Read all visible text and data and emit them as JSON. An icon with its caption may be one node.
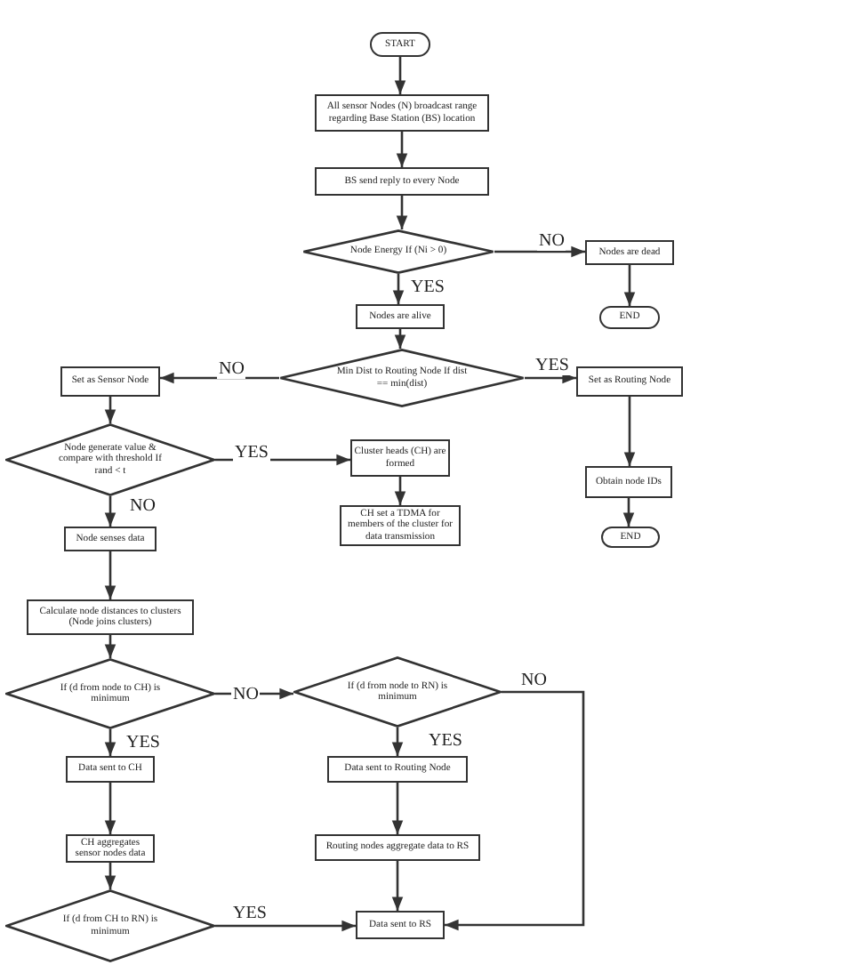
{
  "diagram": {
    "nodes": [
      {
        "text": [
          "START"
        ]
      },
      {
        "text": [
          "All sensor Nodes (N) broadcast range regarding Base Station (BS) location"
        ]
      },
      {
        "text": [
          "BS send reply to every Node"
        ]
      },
      {
        "text": [
          "Node Energy If (Ni > 0)"
        ]
      },
      {
        "text": [
          "Nodes are dead"
        ]
      },
      {
        "text": [
          "END"
        ]
      },
      {
        "text": [
          "Nodes are alive"
        ]
      },
      {
        "text": [
          "Min Dist to Routing Node If dist == min(dist)"
        ]
      },
      {
        "text": [
          "Set as Sensor Node"
        ]
      },
      {
        "text": [
          "Set as Routing Node"
        ]
      },
      {
        "text": [
          "Node generate value & compare with threshold If rand < t"
        ]
      },
      {
        "text": [
          "Cluster heads (CH) are formed"
        ]
      },
      {
        "text": [
          "CH set a TDMA for members of the cluster for data transmission"
        ]
      },
      {
        "text": [
          "Obtain node IDs"
        ]
      },
      {
        "text": [
          "END"
        ]
      },
      {
        "text": [
          "Node senses data"
        ]
      },
      {
        "text": [
          "Calculate node distances to clusters (Node joins clusters)"
        ]
      },
      {
        "text": [
          "If (d from node to CH) is minimum"
        ]
      },
      {
        "text": [
          "If (d from node to RN) is minimum"
        ]
      },
      {
        "text": [
          "Data sent to CH"
        ]
      },
      {
        "text": [
          "Data sent to Routing Node"
        ]
      },
      {
        "text": [
          "CH aggregates sensor nodes data"
        ]
      },
      {
        "text": [
          "Routing nodes aggregate data to RS"
        ]
      },
      {
        "text": [
          "If (d from CH to RN) is minimum"
        ]
      },
      {
        "text": [
          "Data sent to RS"
        ]
      }
    ],
    "edges": [
      {
        "from": 0,
        "to": 1,
        "arrow": "to"
      },
      {
        "from": 1,
        "to": 2,
        "arrow": "to"
      },
      {
        "from": 2,
        "to": 3,
        "arrow": "to"
      },
      {
        "from": 3,
        "to": 4,
        "arrow": "to",
        "label": "NO"
      },
      {
        "from": 4,
        "to": 5,
        "arrow": "to"
      },
      {
        "from": 3,
        "to": 6,
        "arrow": "to",
        "label": "YES"
      },
      {
        "from": 6,
        "to": 7,
        "arrow": "to"
      },
      {
        "from": 7,
        "to": 8,
        "arrow": "to",
        "label": "NO"
      },
      {
        "from": 7,
        "to": 9,
        "arrow": "to",
        "label": "YES"
      },
      {
        "from": 8,
        "to": 10,
        "arrow": "to"
      },
      {
        "from": 10,
        "to": 11,
        "arrow": "to",
        "label": "YES"
      },
      {
        "from": 11,
        "to": 12,
        "arrow": "to"
      },
      {
        "from": 9,
        "to": 13,
        "arrow": "to"
      },
      {
        "from": 13,
        "to": 14,
        "arrow": "to"
      },
      {
        "from": 10,
        "to": 15,
        "arrow": "to",
        "label": "NO"
      },
      {
        "from": 15,
        "to": 16,
        "arrow": "to"
      },
      {
        "from": 16,
        "to": 17,
        "arrow": "to"
      },
      {
        "from": 17,
        "to": 18,
        "arrow": "to",
        "label": "NO"
      },
      {
        "from": 17,
        "to": 19,
        "arrow": "to",
        "label": "YES"
      },
      {
        "from": 18,
        "to": 20,
        "arrow": "to",
        "label": "YES"
      },
      {
        "from": 18,
        "to": 24,
        "arrow": "to",
        "label": "NO"
      },
      {
        "from": 19,
        "to": 21,
        "arrow": "to"
      },
      {
        "from": 20,
        "to": 22,
        "arrow": "to"
      },
      {
        "from": 21,
        "to": 23,
        "arrow": "to"
      },
      {
        "from": 22,
        "to": 24,
        "arrow": "to"
      },
      {
        "from": 23,
        "to": 24,
        "arrow": "to",
        "label": "YES"
      }
    ]
  }
}
